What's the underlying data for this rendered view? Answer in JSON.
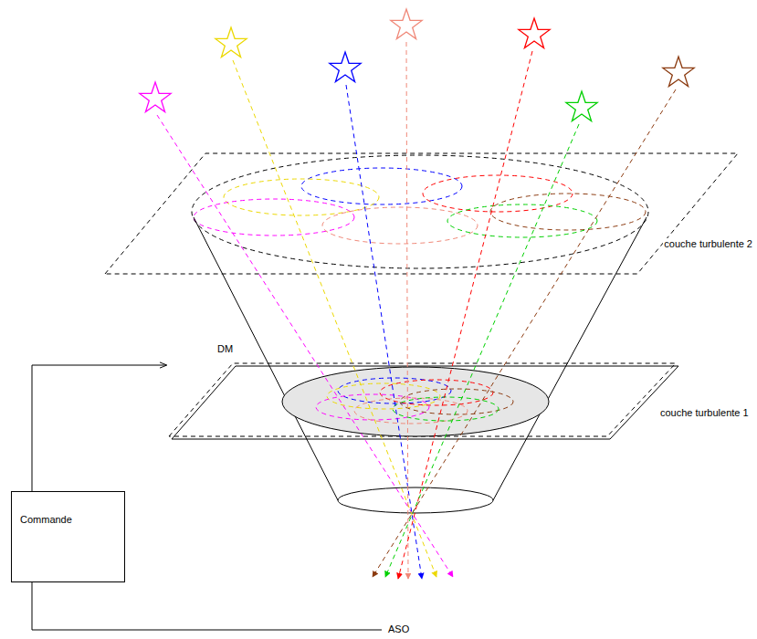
{
  "diagram": {
    "nodes": [
      {
        "text": [
          "Commande"
        ]
      }
    ],
    "labels": [
      "couche turbulente 2",
      "DM",
      "couche turbulente 1",
      "ASO"
    ]
  }
}
